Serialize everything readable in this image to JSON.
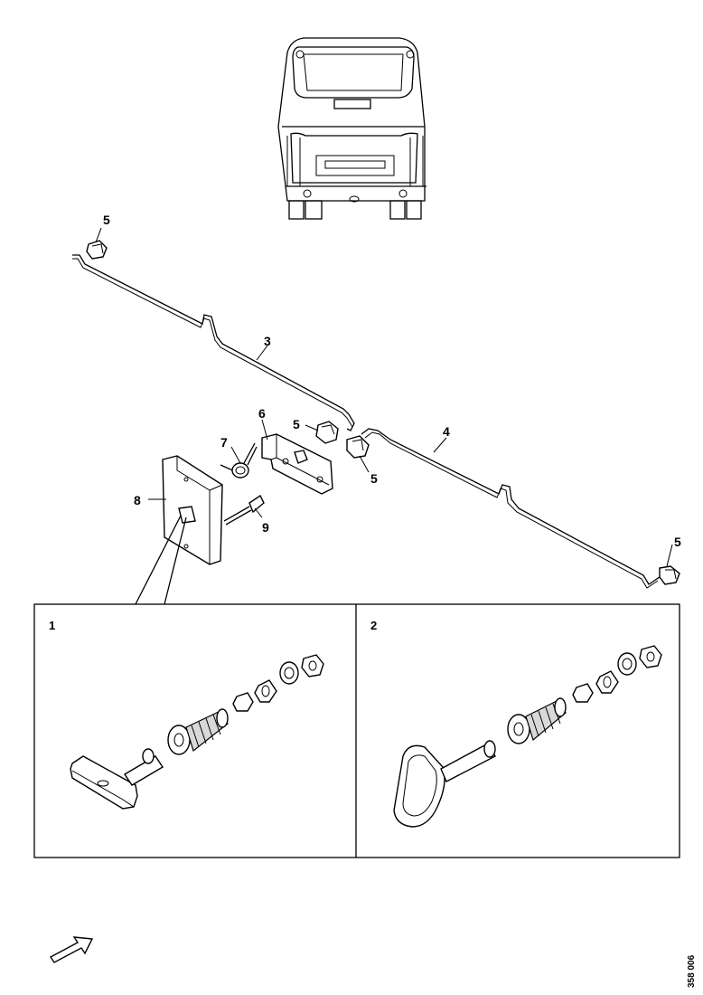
{
  "callouts": {
    "rod_left_clip": "5",
    "rod_left": "3",
    "rod_right": "4",
    "bracket": "6",
    "clip_upper": "5",
    "spring": "7",
    "clip_lower": "5",
    "plate": "8",
    "screw": "9",
    "rod_right_clip": "5"
  },
  "panels": {
    "left_label": "1",
    "right_label": "2"
  },
  "reference_number": "358 006"
}
